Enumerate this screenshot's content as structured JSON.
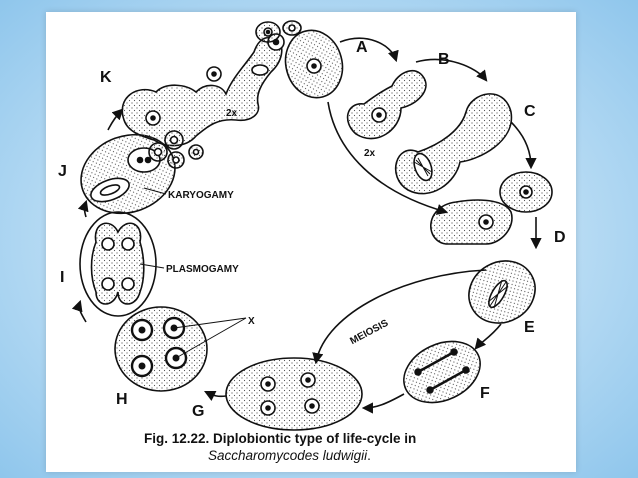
{
  "stage_labels": {
    "A": "A",
    "B": "B",
    "C": "C",
    "D": "D",
    "E": "E",
    "F": "F",
    "G": "G",
    "H": "H",
    "I": "I",
    "J": "J",
    "K": "K"
  },
  "annotations": {
    "karyogamy": "KARYOGAMY",
    "plasmogamy": "PLASMOGAMY",
    "meiosis": "MEIOSIS",
    "ploidy_upper": "2x",
    "ploidy_inner": "2x",
    "spore_marker": "X"
  },
  "caption": {
    "line1": "Fig. 12.22. Diplobiontic type of life-cycle in",
    "line2_species": "Saccharomycodes ludwigii",
    "line2_end": "."
  },
  "colors": {
    "stroke": "#111111",
    "stipple": "#555555",
    "frame_bg": "#ffffff",
    "page_bg": "#b9dcf4"
  }
}
